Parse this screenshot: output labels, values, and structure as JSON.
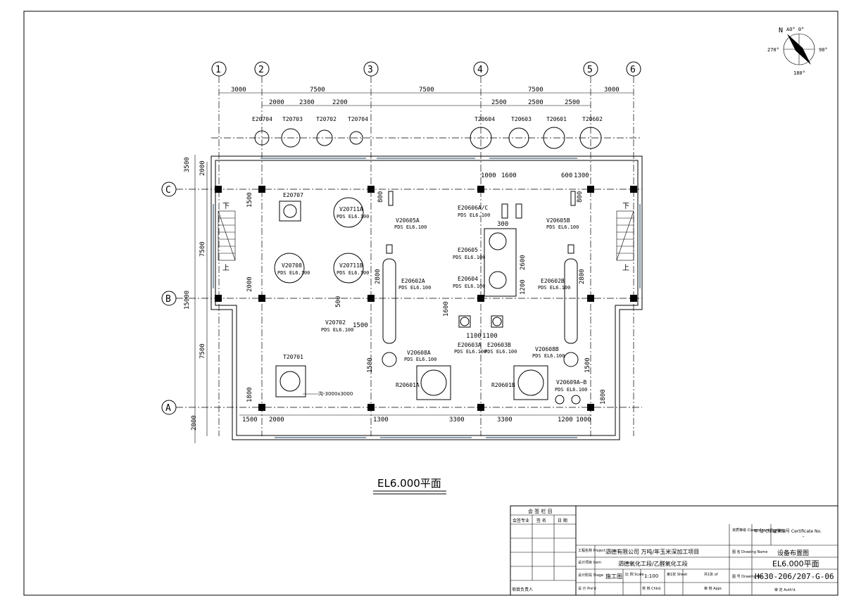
{
  "compass": {
    "north": "N",
    "angle_top": "AO° 0°",
    "left": "270°",
    "right": "90°",
    "bottom": "180°"
  },
  "axes": {
    "columns": [
      "1",
      "2",
      "3",
      "4",
      "5",
      "6"
    ],
    "rows": [
      "C",
      "B",
      "A"
    ],
    "top_dims_row1": [
      "3000",
      "7500",
      "7500",
      "7500",
      "3000"
    ],
    "top_dims_row2": [
      "2000",
      "2300",
      "2200",
      "2500",
      "2500",
      "2500"
    ],
    "left_dims": [
      "3500",
      "2000",
      "1500",
      "7500",
      "2000",
      "15000",
      "7500",
      "1800",
      "2000"
    ]
  },
  "equipment": {
    "E20704": "E20704",
    "T20703": "T20703",
    "T20702": "T20702",
    "T20704b": "T20704",
    "T20604": "T20604",
    "T20603": "T20603",
    "T20601": "T20601",
    "T20602": "T20602",
    "E20707": "E20707",
    "V20711A": "V20711A",
    "V20711A_pds": "PDS EL6.100",
    "V20605A": "V20605A",
    "V20605A_pds": "PDS EL6.100",
    "E20606": "E20606A/C",
    "E20606_pds": "PDS EL6.100",
    "V20605B": "V20605B",
    "V20605B_pds": "PDS EL6.100",
    "V20708": "V20708",
    "V20708_pds": "PDS EL6.100",
    "V20711B": "V20711B",
    "V20711B_pds": "PDS EL6.100",
    "E20605": "E20605",
    "E20605_pds": "PDS EL6.100",
    "E20604": "E20604",
    "E20604_pds": "PDS EL6.100",
    "E20602A": "E20602A",
    "E20602A_pds": "PDS EL6.100",
    "E20602B": "E20602B",
    "E20602B_pds": "PDS EL6.100",
    "V20702": "V20702",
    "V20702_pds": "PDS EL6.100",
    "E20603A": "E20603A",
    "E20603A_pds": "PDS EL6.100",
    "E20603B": "E20603B",
    "E20603B_pds": "PDS EL6.100",
    "V20608A": "V20608A",
    "V20608A_pds": "PDS EL6.100",
    "V20608B": "V20608B",
    "V20608B_pds": "PDS EL6.100",
    "T20701": "T20701",
    "R20601A": "R20601A",
    "R20601B": "R20601B",
    "V20609": "V20609A~B",
    "V20609_pds": "PDS EL6.100",
    "trench": "沟-3000x3000",
    "down": "下",
    "up": "上"
  },
  "inner_dims": {
    "d1000": "1000",
    "d1600": "1600",
    "d600": "600",
    "d1300": "1300",
    "d800": "800",
    "d300": "300",
    "d2600": "2600",
    "d1200": "1200",
    "d2800": "2800",
    "d500": "500",
    "d1500": "1500",
    "d1100": "1100",
    "d3300": "3300",
    "d1200b": "1200",
    "d1000b": "1000"
  },
  "plan_title": "EL6.000平面",
  "title_block": {
    "sign_header": "会 签 栏 目",
    "sign_cols": [
      "会签专业",
      "签 名",
      "日 期"
    ],
    "pm": "项目负责人",
    "project_label": "工程名称 Project",
    "project_value": "泗德有限公司  万吨/年玉米深加工项目",
    "item_label": "设计项目 Item",
    "item_value": "泗德氧化工段/乙醛氧化工段",
    "stage_label": "设计阶段 Stage",
    "stage_value": "施工图",
    "scale_label": "比 例 Scale",
    "scale_value": "1:100",
    "sheet_label": "第1张 Sheet",
    "of_label": "共1张 of",
    "drawing_name_label": "图 名 Drawing Name",
    "drawing_name_1": "设备布置图",
    "drawing_name_2": "EL6.000平面",
    "qual_label": "资质等级 Class of qualification",
    "qual_value": "甲 级 Class A",
    "cert_label": "证书编号 Certificate No.",
    "cert_value": "-",
    "drawing_no_label": "图 号 Drawing No.",
    "drawing_no": "H630-206/207-G-06",
    "design_label": "设 计 Pre'd",
    "check_label": "校 核 Chkd.",
    "review_label": "审 核 Appr.",
    "approve_label": "审 定 Auth'd."
  }
}
